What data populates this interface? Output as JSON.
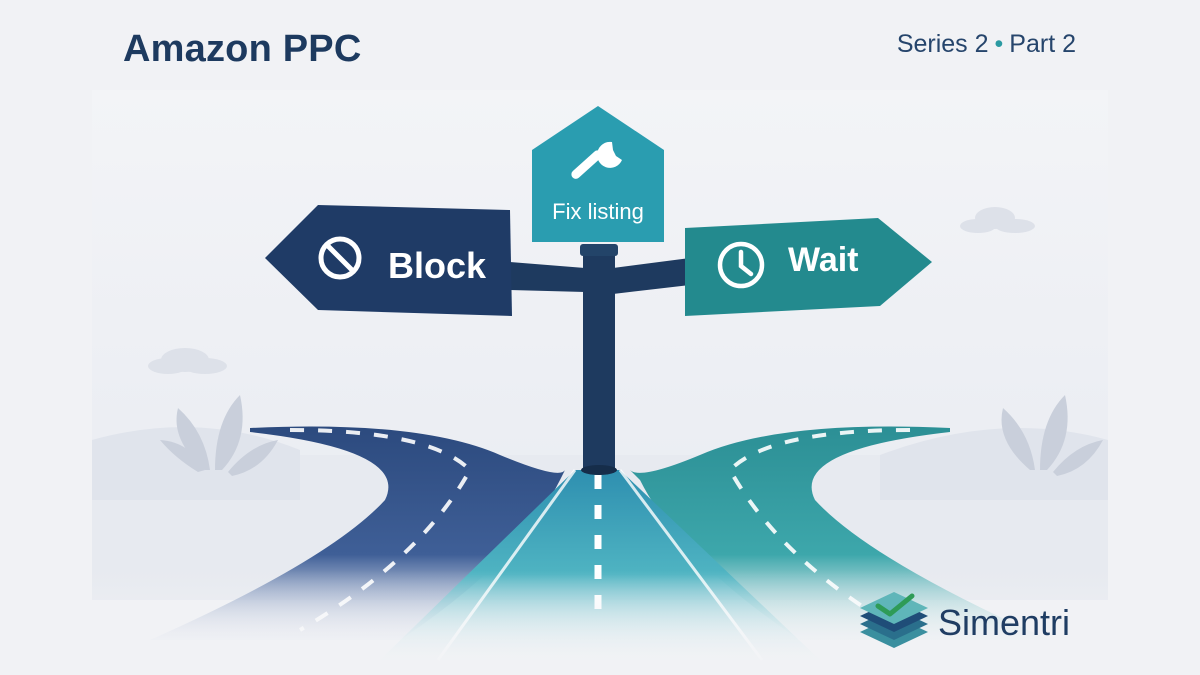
{
  "header": {
    "title": "Amazon PPC",
    "series_text": "Series 2",
    "separator": "•",
    "part_text": "Part 2"
  },
  "signs": {
    "left": {
      "label": "Block",
      "icon": "block-icon",
      "color": "#1f3b66"
    },
    "center": {
      "label": "Fix listing",
      "icon": "wrench-icon",
      "color": "#2a9db0"
    },
    "right": {
      "label": "Wait",
      "icon": "clock-icon",
      "color": "#238a8e"
    }
  },
  "brand": {
    "name": "Simentri",
    "icon": "stacked-layers-check-icon"
  },
  "colors": {
    "background": "#f1f2f5",
    "navy": "#1f3b66",
    "teal": "#2a9db0",
    "dark_teal": "#238a8e"
  }
}
